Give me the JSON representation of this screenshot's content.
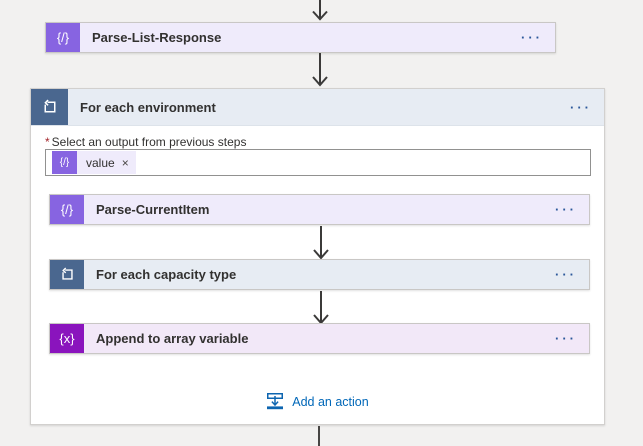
{
  "colors": {
    "canvas_bg": "#f2f1f0",
    "parse_row_bg": "#efebfb",
    "parse_icon_bg": "#8764e1",
    "loop_row_bg": "#e7ecf3",
    "loop_icon_bg": "#4a678f",
    "variable_row_bg": "#f2e8f8",
    "variable_icon_bg": "#8a14bd",
    "menu_dots_blue": "#2b579a",
    "link_blue": "#0067b8",
    "required_red": "#a4262c",
    "arrow_gray": "#3b3a39"
  },
  "icons": {
    "parse_json_glyph": "{/}",
    "variable_glyph": "{x}",
    "more_glyph": "···",
    "token_remove_glyph": "×"
  },
  "flow": {
    "parse_list_response": {
      "label": "Parse-List-Response"
    },
    "for_each_environment": {
      "title": "For each environment",
      "required_marker": "*",
      "field_label": "Select an output from previous steps",
      "token_label": "value",
      "parse_current_item": {
        "label": "Parse-CurrentItem"
      },
      "for_each_capacity_type": {
        "label": "For each capacity type"
      },
      "append_to_array_variable": {
        "label": "Append to array variable"
      },
      "add_action_label": "Add an action"
    }
  }
}
